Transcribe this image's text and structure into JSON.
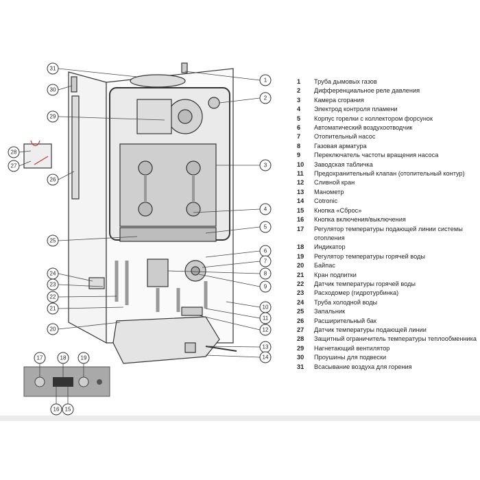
{
  "legend": {
    "items": [
      {
        "num": "1",
        "text": "Труба дымовых газов"
      },
      {
        "num": "2",
        "text": "Дифференциальное реле давления"
      },
      {
        "num": "3",
        "text": "Камера сгорания"
      },
      {
        "num": "4",
        "text": "Электрод контроля пламени"
      },
      {
        "num": "5",
        "text": "Корпус горелки с коллектором форсунок"
      },
      {
        "num": "6",
        "text": "Автоматический воздухоотводчик"
      },
      {
        "num": "7",
        "text": "Отопительный насос"
      },
      {
        "num": "8",
        "text": "Газовая арматура"
      },
      {
        "num": "9",
        "text": "Переключатель частоты вращения насоса"
      },
      {
        "num": "10",
        "text": "Заводская табличка"
      },
      {
        "num": "11",
        "text": "Предохранительный клапан (отопительный контур)"
      },
      {
        "num": "12",
        "text": "Сливной кран"
      },
      {
        "num": "13",
        "text": "Манометр"
      },
      {
        "num": "14",
        "text": "Cotronic"
      },
      {
        "num": "15",
        "text": "Кнопка «Сброс»"
      },
      {
        "num": "16",
        "text": "Кнопка включения/выключения"
      },
      {
        "num": "17",
        "text": "Регулятор температуры подающей линии системы отопления"
      },
      {
        "num": "18",
        "text": "Индикатор"
      },
      {
        "num": "19",
        "text": "Регулятор температуры горячей воды"
      },
      {
        "num": "20",
        "text": "Байпас"
      },
      {
        "num": "21",
        "text": "Кран подпитки"
      },
      {
        "num": "22",
        "text": "Датчик температуры горячей воды"
      },
      {
        "num": "23",
        "text": "Расходомер (гидротурбинка)"
      },
      {
        "num": "24",
        "text": "Труба холодной воды"
      },
      {
        "num": "25",
        "text": "Запальник"
      },
      {
        "num": "26",
        "text": "Расширительный бак"
      },
      {
        "num": "27",
        "text": "Датчик температуры подающей линии"
      },
      {
        "num": "28",
        "text": "Защитный ограничитель температуры теплообменника"
      },
      {
        "num": "29",
        "text": "Нагнетающий вентилятор"
      },
      {
        "num": "30",
        "text": "Проушины для подвески"
      },
      {
        "num": "31",
        "text": "Всасывание воздуха для горения"
      }
    ]
  }
}
